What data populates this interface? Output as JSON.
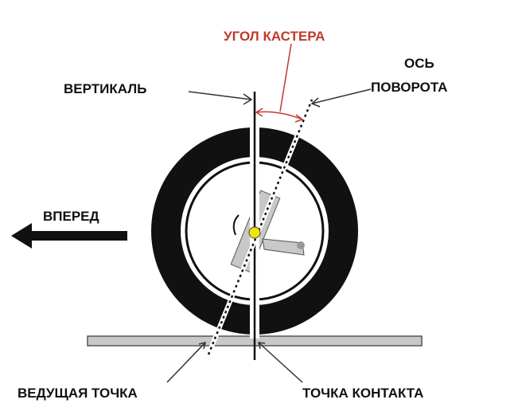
{
  "labels": {
    "caster_angle": "УГОЛ КАСТЕРА",
    "axis_line1": "ОСЬ",
    "axis_line2": "ПОВОРОТА",
    "vertical": "ВЕРТИКАЛЬ",
    "forward": "ВПЕРЕД",
    "leading_point": "ВЕДУЩАЯ ТОЧКА",
    "contact_point": "ТОЧКА КОНТАКТА"
  },
  "colors": {
    "accent": "#c0392b",
    "tire": "#111111",
    "ground": "#c8c8c8",
    "hub": "#f2e600"
  }
}
